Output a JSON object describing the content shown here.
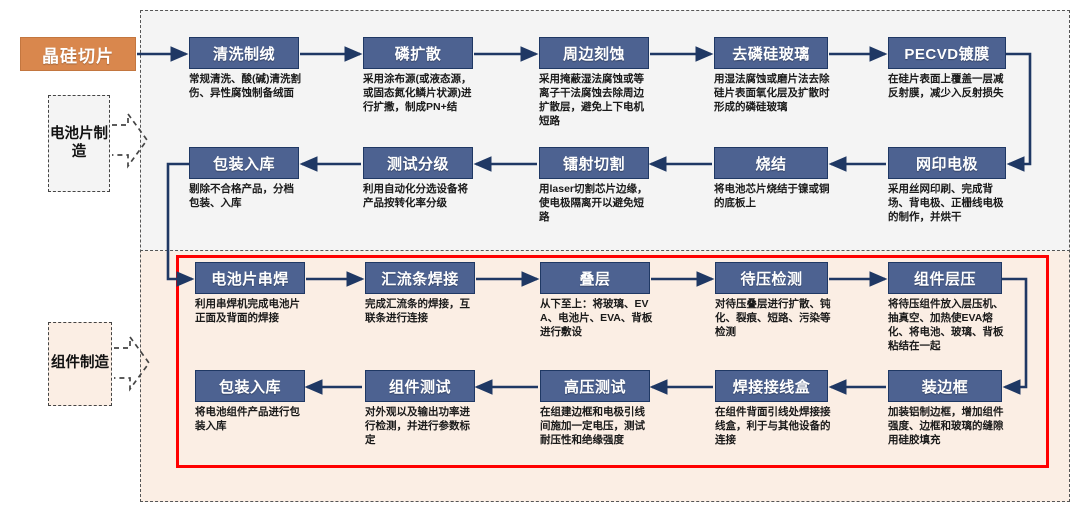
{
  "diagram": {
    "title_start": "晶硅切片",
    "stage_labels": [
      {
        "id": "cell",
        "text": "电池片制造"
      },
      {
        "id": "module",
        "text": "组件制造"
      }
    ],
    "colors": {
      "node_fill": "#4d6291",
      "node_border": "#1f3864",
      "start_fill": "#d9874d",
      "cell_band_bg": "#f4f4f4",
      "module_band_bg": "#fbeee4",
      "highlight_frame": "#ff0000",
      "arrow": "#1f3864"
    },
    "cell_section": {
      "row1": [
        {
          "title": "清洗制绒",
          "desc": "常规清洗、酸(碱)清洗割伤、异性腐蚀制备绒面"
        },
        {
          "title": "磷扩散",
          "desc": "采用涂布源(或液态源，或固态氮化鳞片状源)进行扩撒，制成PN+结"
        },
        {
          "title": "周边刻蚀",
          "desc": "采用掩蔽湿法腐蚀或等离子干法腐蚀去除周边扩散层，避免上下电机短路"
        },
        {
          "title": "去磷硅玻璃",
          "desc": "用湿法腐蚀或磨片法去除硅片表面氧化层及扩散时形成的磷硅玻璃"
        },
        {
          "title": "PECVD镀膜",
          "desc": "在硅片表面上覆盖一层减反射膜，减少入反射损失"
        }
      ],
      "row2": [
        {
          "title": "包装入库",
          "desc": "剔除不合格产品，分档包装、入库"
        },
        {
          "title": "测试分级",
          "desc": "利用自动化分选设备将产品按转化率分级"
        },
        {
          "title": "镭射切割",
          "desc": "用laser切割芯片边缘，使电极隔离开以避免短路"
        },
        {
          "title": "烧结",
          "desc": "将电池芯片烧结于镍或铜的底板上"
        },
        {
          "title": "网印电极",
          "desc": "采用丝网印刷、完成背场、背电极、正栅线电极的制作，并烘干"
        }
      ]
    },
    "module_section": {
      "row1": [
        {
          "title": "电池片串焊",
          "desc": "利用串焊机完成电池片正面及背面的焊接"
        },
        {
          "title": "汇流条焊接",
          "desc": "完成汇流条的焊接，互联条进行连接"
        },
        {
          "title": "叠层",
          "desc": "从下至上：将玻璃、EVA、电池片、EVA、背板进行敷设"
        },
        {
          "title": "待压检测",
          "desc": "对待压叠层进行扩散、钝化、裂痕、短路、污染等检测"
        },
        {
          "title": "组件层压",
          "desc": "将待压组件放入层压机、抽真空、加热使EVA熔化、将电池、玻璃、背板粘结在一起"
        }
      ],
      "row2": [
        {
          "title": "包装入库",
          "desc": "将电池组件产品进行包装入库"
        },
        {
          "title": "组件测试",
          "desc": "对外观以及输出功率进行检测，并进行参数标定"
        },
        {
          "title": "高压测试",
          "desc": "在组建边框和电极引线间施加一定电压，测试耐压性和绝缘强度"
        },
        {
          "title": "焊接接线盒",
          "desc": "在组件背面引线处焊接接线盒，利于与其他设备的连接"
        },
        {
          "title": "装边框",
          "desc": "加装铝制边框，增加组件强度、边框和玻璃的缝隙用硅胶填充"
        }
      ]
    }
  }
}
